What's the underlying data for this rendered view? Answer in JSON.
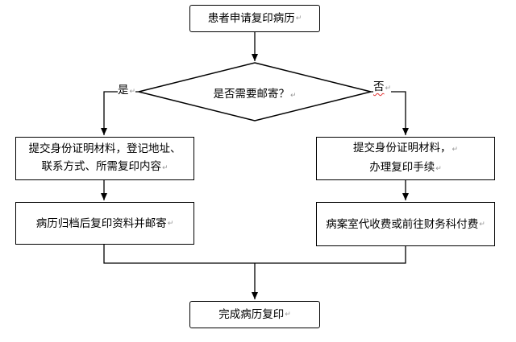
{
  "nodes": {
    "start": {
      "text": "患者申请复印病历"
    },
    "decision": {
      "text": "是否需要邮寄？"
    },
    "yes_label": "是",
    "no_label": "否",
    "left_step1": {
      "line1": "提交身份证明材料，登记地址、",
      "line2": "联系方式、所需复印内容"
    },
    "left_step2": {
      "text": "病历归档后复印资料并邮寄"
    },
    "right_step1": {
      "line1": "提交身份证明材料，",
      "line2": "办理复印手续"
    },
    "right_step2": {
      "text": "病案室代收费或前往财务科付费"
    },
    "end": {
      "text": "完成病历复印"
    }
  },
  "paragraph_mark": "↵",
  "colors": {
    "stroke": "#000000",
    "background": "#ffffff",
    "spell_mark": "#e03030"
  }
}
